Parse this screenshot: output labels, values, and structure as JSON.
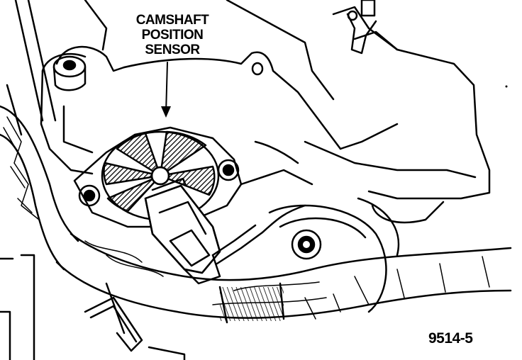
{
  "callout": {
    "lines": [
      "CAMSHAFT",
      "POSITION",
      "SENSOR"
    ]
  },
  "figure_number": "9514-5",
  "colors": {
    "ink": "#000000",
    "paper": "#ffffff"
  }
}
